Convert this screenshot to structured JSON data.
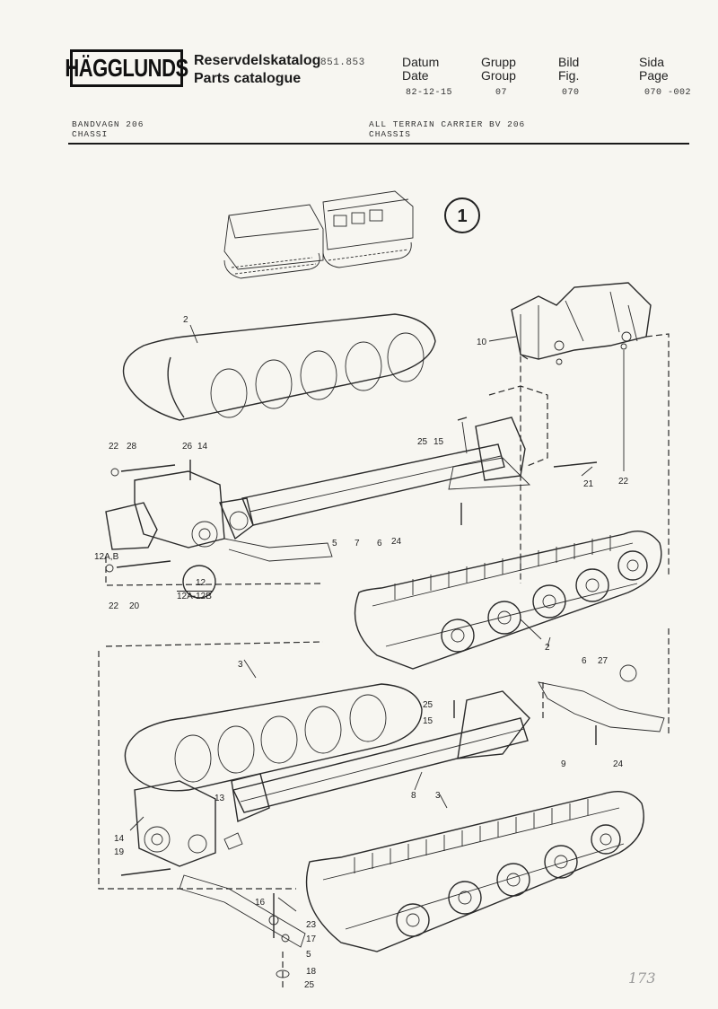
{
  "header": {
    "logo_text": "HÄGGLUNDS",
    "catalog_sv": "Reservdelskatalog",
    "catalog_en": "Parts catalogue",
    "catalog_no": "851.853",
    "date_sv": "Datum",
    "date_en": "Date",
    "date_val": "82-12-15",
    "group_sv": "Grupp",
    "group_en": "Group",
    "group_val": "07",
    "fig_sv": "Bild",
    "fig_en": "Fig.",
    "fig_val": "070",
    "page_sv": "Sida",
    "page_en": "Page",
    "page_val": "070 -002"
  },
  "subheader": {
    "left_line1": "BANDVAGN 206",
    "left_line2": "CHASSI",
    "right_line1": "ALL TERRAIN CARRIER BV 206",
    "right_line2": "CHASSIS"
  },
  "diagram": {
    "figure_no": "1",
    "callouts": {
      "c2a": "2",
      "c10": "10",
      "c22a": "22",
      "c28": "28",
      "c26": "26",
      "c14a": "14",
      "c25a": "25",
      "c15a": "15",
      "c21": "21",
      "c22b": "22",
      "c12ab": "12A,B",
      "c5a": "5",
      "c7": "7",
      "c6a": "6",
      "c24a": "24",
      "c12": "12",
      "c12range": "12A-12B",
      "c22c": "22",
      "c20": "20",
      "c2b": "2",
      "c6b": "6",
      "c27": "27",
      "c3a": "3",
      "c25b": "25",
      "c15b": "15",
      "c9": "9",
      "c24b": "24",
      "c8": "8",
      "c3b": "3",
      "c13": "13",
      "c14b": "14",
      "c19": "19",
      "c16": "16",
      "c23": "23",
      "c17": "17",
      "c5b": "5",
      "c18": "18",
      "c25c": "25"
    },
    "signature": "173"
  }
}
